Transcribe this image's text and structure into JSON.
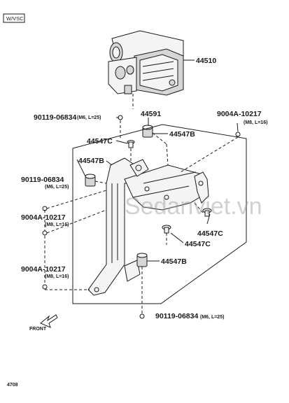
{
  "variant_tag": "W/VSC",
  "figure_number": "4708",
  "watermark": "Sedanviet.vn",
  "front_label": "FRONT",
  "callouts": [
    {
      "id": "abs_actuator",
      "part": "44510",
      "spec": ""
    },
    {
      "id": "bracket",
      "part": "44591",
      "spec": ""
    },
    {
      "id": "bolt_top",
      "part": "90119-06834",
      "spec": "(M6, L=25)"
    },
    {
      "id": "nut_top_right",
      "part": "9004A-10217",
      "spec": "(M8, L=16)"
    },
    {
      "id": "collar_top",
      "part": "44547C",
      "spec": ""
    },
    {
      "id": "cushion_top",
      "part": "44547B",
      "spec": ""
    },
    {
      "id": "cushion_left",
      "part": "44547B",
      "spec": ""
    },
    {
      "id": "bolt_left",
      "part": "90119-06834",
      "spec": "(M6, L=25)"
    },
    {
      "id": "nut_left",
      "part": "9004A-10217",
      "spec": "(M8, L=16)"
    },
    {
      "id": "collar_right",
      "part": "44547C",
      "spec": ""
    },
    {
      "id": "collar_mid",
      "part": "44547C",
      "spec": ""
    },
    {
      "id": "cushion_bottom",
      "part": "44547B",
      "spec": ""
    },
    {
      "id": "nut_bottom_left",
      "part": "9004A-10217",
      "spec": "(M8, L=16)"
    },
    {
      "id": "bolt_bottom",
      "part": "90119-06834",
      "spec": "(M6, L=25)"
    }
  ]
}
